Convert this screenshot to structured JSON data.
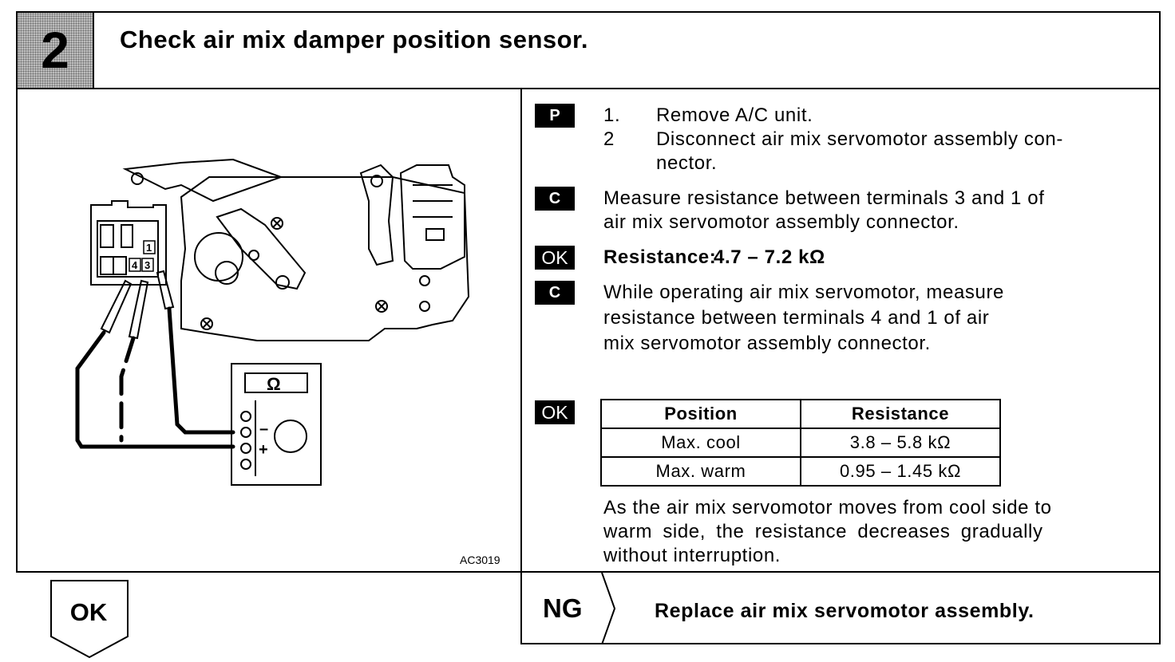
{
  "header": {
    "step_number": "2",
    "title": "Check air mix damper position sensor."
  },
  "figure": {
    "id": "AC3019",
    "connector_pins": [
      "1",
      "4",
      "3"
    ],
    "meter_symbol": "Ω",
    "meter_minus": "–",
    "meter_plus": "+"
  },
  "procedure": {
    "p_tag": "P",
    "step1_num": "1.",
    "step1_text": "Remove A/C unit.",
    "step2_num": "2",
    "step2_text_line1": "Disconnect air mix servomotor assembly con-",
    "step2_text_line2": "nector.",
    "c1_tag": "C",
    "c1_line1": "Measure resistance between terminals 3 and 1 of",
    "c1_line2": "air mix servomotor assembly connector.",
    "ok1_tag": "OK",
    "ok1_label": "Resistance:",
    "ok1_value": "4.7 – 7.2 kΩ",
    "c2_tag": "C",
    "c2_line1": "While operating air mix servomotor, measure",
    "c2_line2": "resistance between terminals 4 and 1 of air",
    "c2_line3": "mix servomotor assembly connector.",
    "ok2_tag": "OK"
  },
  "table": {
    "headers": [
      "Position",
      "Resistance"
    ],
    "rows": [
      [
        "Max. cool",
        "3.8 – 5.8 kΩ"
      ],
      [
        "Max. warm",
        "0.95 – 1.45 kΩ"
      ]
    ]
  },
  "note": {
    "line1": "As the air mix servomotor moves from cool side to",
    "line2": "warm side, the resistance decreases gradually",
    "line3": "without interruption."
  },
  "result": {
    "ok_label": "OK",
    "ng_label": "NG",
    "ng_action": "Replace air mix servomotor assembly."
  }
}
